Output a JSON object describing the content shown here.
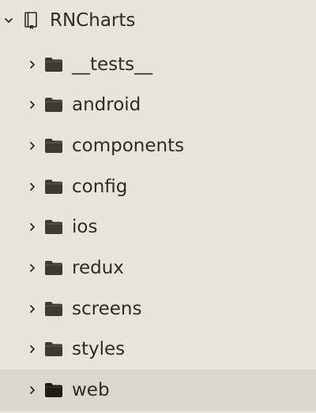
{
  "root": {
    "label": "RNCharts",
    "expanded": true,
    "icon": "repo-book-icon"
  },
  "folders": [
    {
      "label": "__tests__",
      "icon": "folder-icon"
    },
    {
      "label": "android",
      "icon": "folder-icon"
    },
    {
      "label": "components",
      "icon": "folder-icon"
    },
    {
      "label": "config",
      "icon": "folder-icon"
    },
    {
      "label": "ios",
      "icon": "folder-icon"
    },
    {
      "label": "redux",
      "icon": "folder-icon"
    },
    {
      "label": "screens",
      "icon": "folder-icon"
    },
    {
      "label": "styles",
      "icon": "folder-icon"
    },
    {
      "label": "web",
      "icon": "folder-icon",
      "selected": true
    }
  ],
  "colors": {
    "background": "#e8e4da",
    "selected_row": "#dbd7cc",
    "text": "#2b2b2b",
    "folder": "#3e3a32"
  }
}
